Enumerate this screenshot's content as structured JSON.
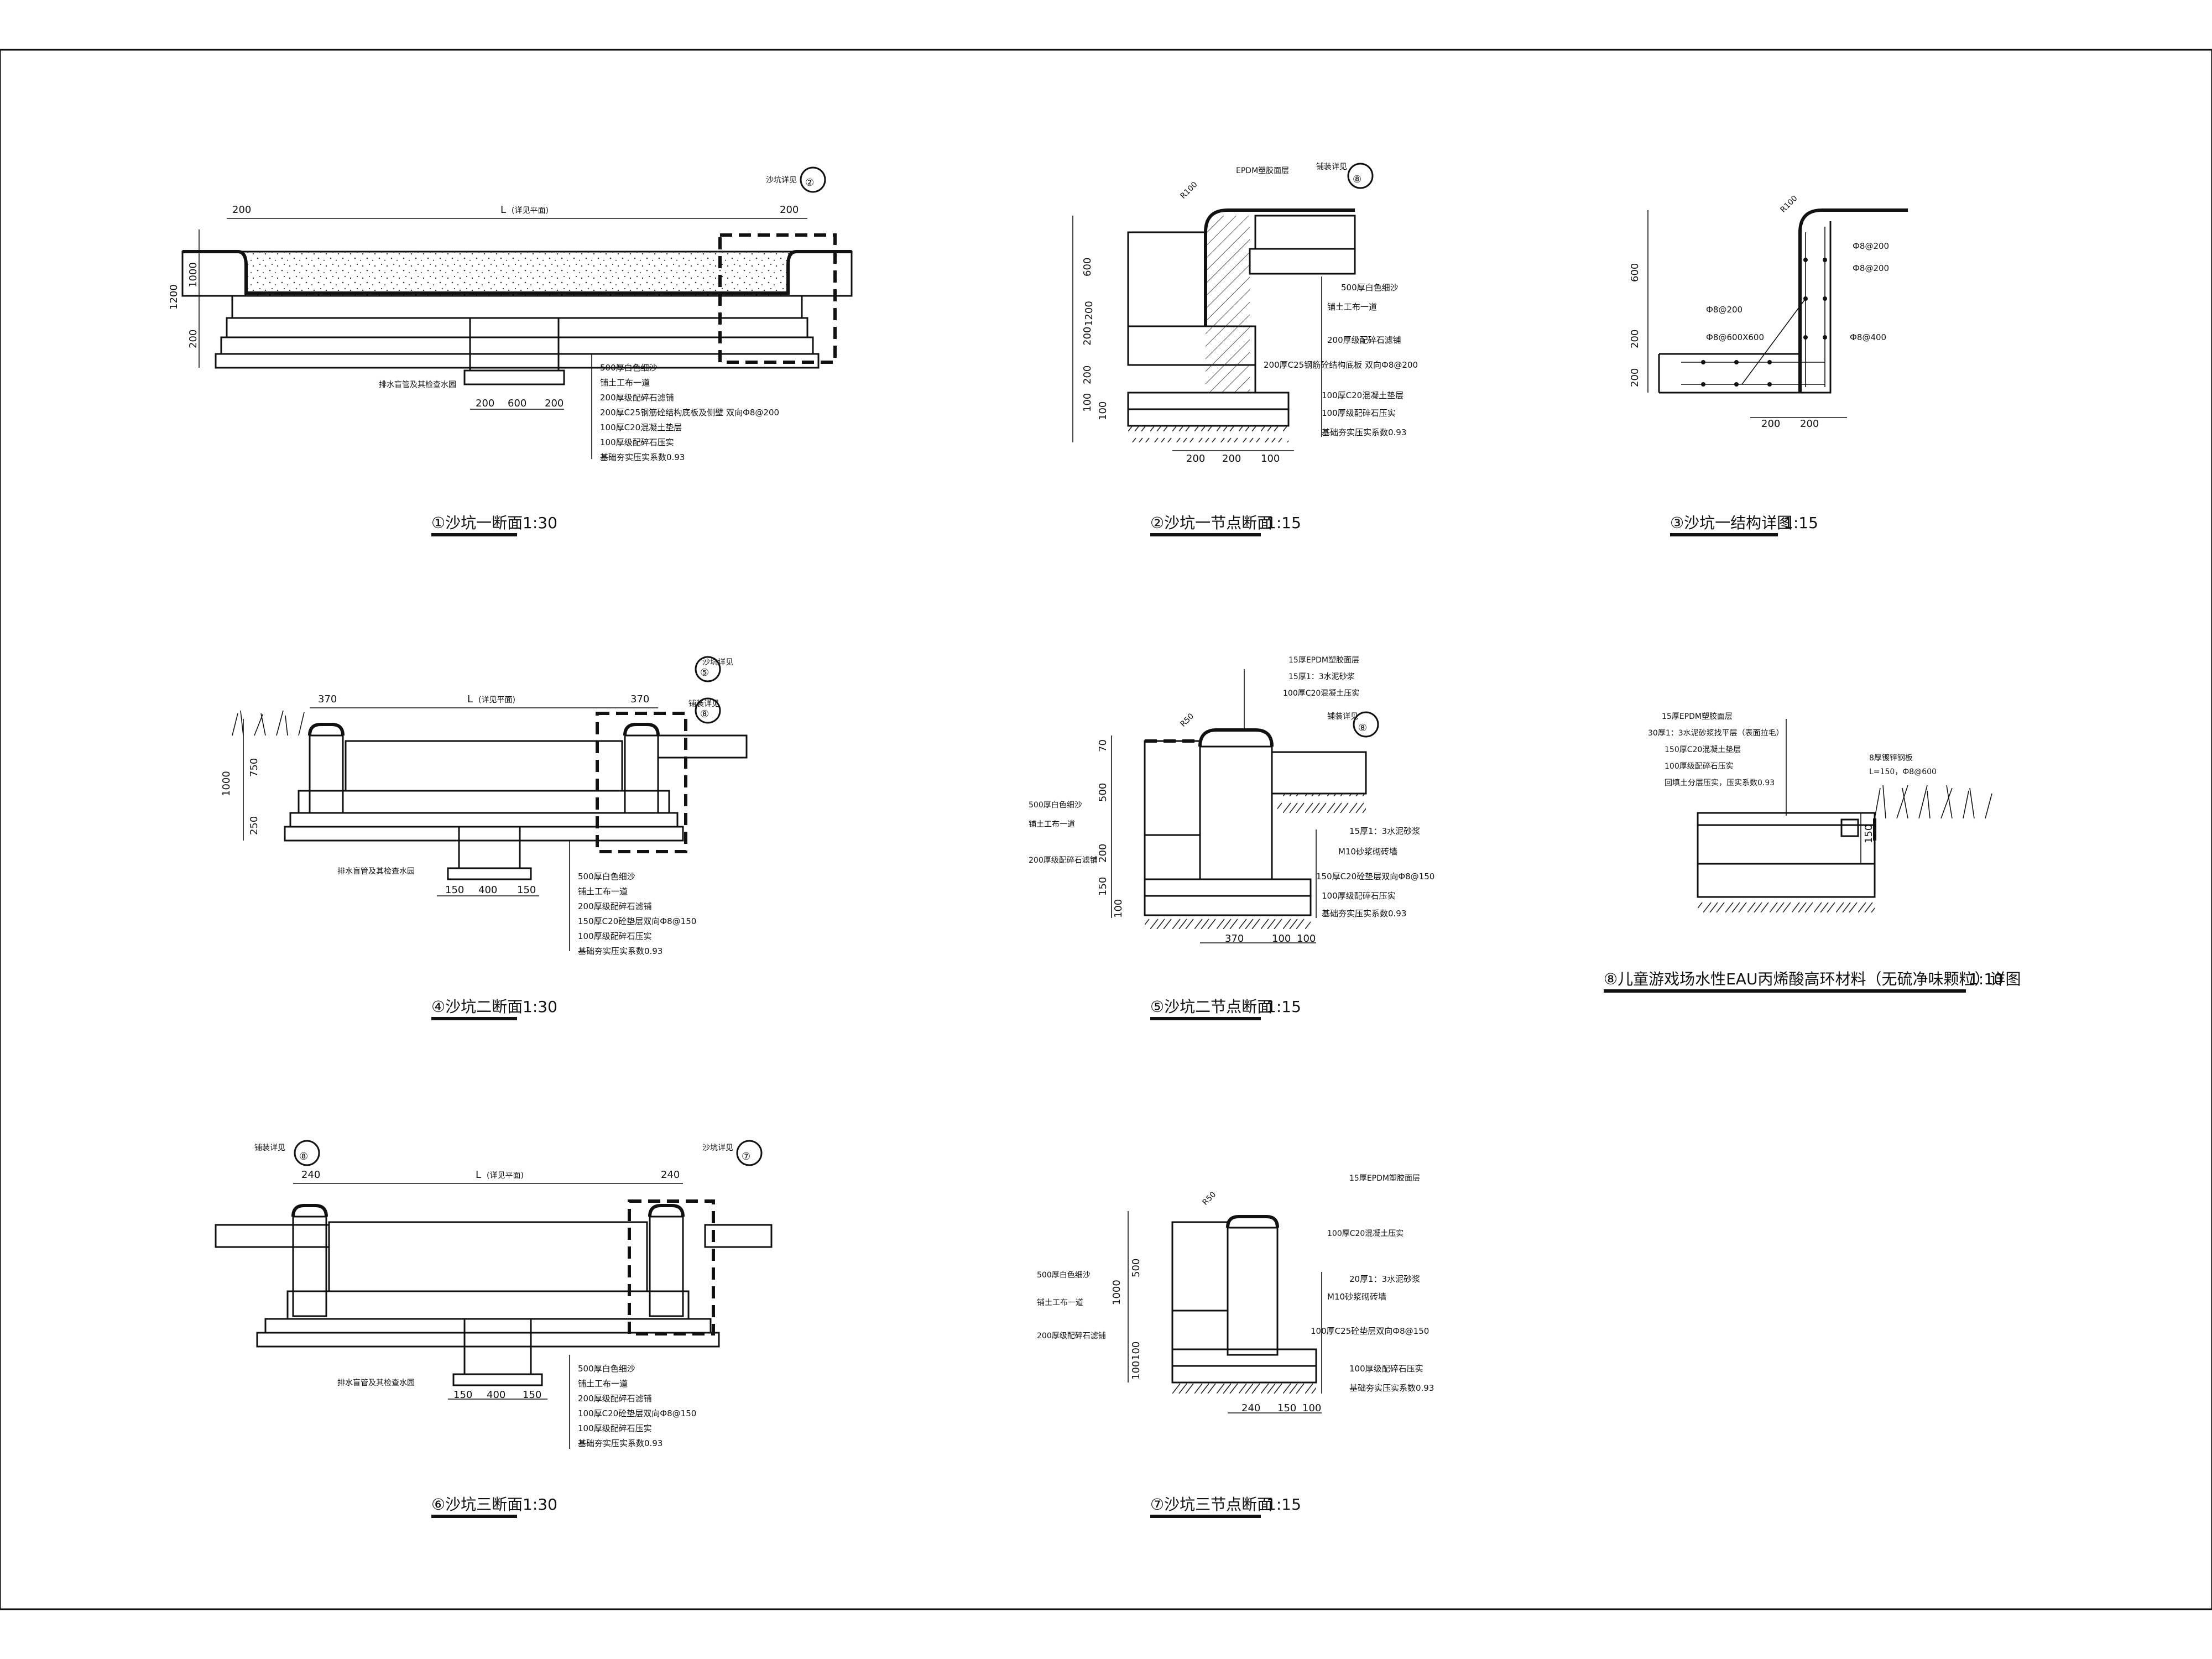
{
  "colors": {
    "line": "#111111",
    "paper": "#ffffff"
  },
  "details": [
    {
      "title": "①沙坑一断面",
      "scale": "1:30",
      "dims": {
        "w1": "200",
        "w2": "L",
        "w2s": "(详见平面)",
        "w3": "200",
        "h1": "1200",
        "h2": "1000",
        "h3": "200",
        "b1": "200",
        "b2": "600",
        "b3": "200"
      },
      "callout": {
        "text": "沙坑详见",
        "num": "②"
      },
      "drain": "排水盲管及其检查水园",
      "notes": [
        "500厚白色细沙",
        "铺土工布一道",
        "200厚级配碎石滤铺",
        "200厚C25钢筋砼结构底板及侧壁 双向Ф8@200",
        "100厚C20混凝土垫层",
        "100厚级配碎石压实",
        "基础夯实压实系数0.93"
      ]
    },
    {
      "title": "②沙坑一节点断面",
      "scale": "1:15",
      "dims": {
        "r": "R100",
        "h1": "1200",
        "h2": "600",
        "h3": "200",
        "h4": "200",
        "h5": "100",
        "h6": "100",
        "b1": "200",
        "b2": "200",
        "b3": "100"
      },
      "top": "EPDM塑胶面层",
      "callout": {
        "text": "铺装详见",
        "num": "⑧"
      },
      "notes": [
        "500厚白色细沙",
        "铺土工布一道",
        "200厚级配碎石滤铺",
        "200厚C25钢筋砼结构底板 双向Ф8@200",
        "100厚C20混凝土垫层",
        "100厚级配碎石压实",
        "基础夯实压实系数0.93"
      ]
    },
    {
      "title": "③沙坑一结构详图",
      "scale": "1:15",
      "dims": {
        "r": "R100",
        "h1": "600",
        "h2": "200",
        "h3": "200",
        "b1": "200",
        "b2": "200"
      },
      "rebar": [
        "Ф8@200",
        "Ф8@200",
        "Ф8@200",
        "Ф8@600X600",
        "Ф8@400"
      ]
    },
    {
      "title": "④沙坑二断面",
      "scale": "1:30",
      "dims": {
        "w1": "370",
        "w2": "L",
        "w2s": "(详见平面)",
        "w3": "370",
        "h1": "1000",
        "h2": "750",
        "h3": "250",
        "b1": "150",
        "b2": "400",
        "b3": "150"
      },
      "callout1": {
        "text": "沙坑详见",
        "num": "⑤"
      },
      "callout2": {
        "text": "铺装详见",
        "num": "⑧"
      },
      "drain": "排水盲管及其检查水园",
      "notes": [
        "500厚白色细沙",
        "铺土工布一道",
        "200厚级配碎石滤铺",
        "150厚C20砼垫层双向Ф8@150",
        "100厚级配碎石压实",
        "基础夯实压实系数0.93"
      ]
    },
    {
      "title": "⑤沙坑二节点断面",
      "scale": "1:15",
      "dims": {
        "r": "R50",
        "h1": "70",
        "h2": "500",
        "h3": "200",
        "h4": "150",
        "h5": "100",
        "b1": "370",
        "b2": "100",
        "b3": "100"
      },
      "top": [
        "15厚EPDM塑胶面层",
        "15厚1：3水泥砂浆",
        "100厚C20混凝土压实"
      ],
      "callout": {
        "text": "铺装详见",
        "num": "⑧"
      },
      "left": [
        "500厚白色细沙",
        "铺土工布一道",
        "200厚级配碎石滤铺"
      ],
      "notes": [
        "15厚1：3水泥砂浆",
        "M10砂浆砌砖墙",
        "150厚C20砼垫层双向Ф8@150",
        "100厚级配碎石压实",
        "基础夯实压实系数0.93"
      ]
    },
    {
      "title": "⑧儿童游戏场水性EAU丙烯酸高环材料（无硫净味颗粒）详图",
      "scale": "1:10",
      "dims": {
        "h1": "150"
      },
      "notes": [
        "15厚EPDM塑胶面层",
        "30厚1：3水泥砂浆找平层（表面拉毛）",
        "150厚C20混凝土垫层",
        "100厚级配碎石压实",
        "回填土分层压实，压实系数0.93"
      ],
      "edge": [
        "8厚镀锌钢板",
        "L=150，Ф8@600"
      ]
    },
    {
      "title": "⑥沙坑三断面",
      "scale": "1:30",
      "dims": {
        "w1": "240",
        "w2": "L",
        "w2s": "(详见平面)",
        "w3": "240",
        "b1": "150",
        "b2": "400",
        "b3": "150"
      },
      "callout1": {
        "text": "铺装详见",
        "num": "⑧"
      },
      "callout2": {
        "text": "沙坑详见",
        "num": "⑦"
      },
      "drain": "排水盲管及其检查水园",
      "notes": [
        "500厚白色细沙",
        "铺土工布一道",
        "200厚级配碎石滤铺",
        "100厚C20砼垫层双向Ф8@150",
        "100厚级配碎石压实",
        "基础夯实压实系数0.93"
      ]
    },
    {
      "title": "⑦沙坑三节点断面",
      "scale": "1:15",
      "dims": {
        "r": "R50",
        "h1": "1000",
        "h2": "500",
        "h3": "100",
        "h4": "100",
        "b1": "240",
        "b2": "150",
        "b3": "100"
      },
      "top": [
        "15厚EPDM塑胶面层",
        "100厚C20混凝土压实"
      ],
      "left": [
        "500厚白色细沙",
        "铺土工布一道",
        "200厚级配碎石滤铺"
      ],
      "notes": [
        "20厚1：3水泥砂浆",
        "M10砂浆砌砖墙",
        "100厚C25砼垫层双向Ф8@150",
        "100厚级配碎石压实",
        "基础夯实压实系数0.93"
      ]
    }
  ]
}
